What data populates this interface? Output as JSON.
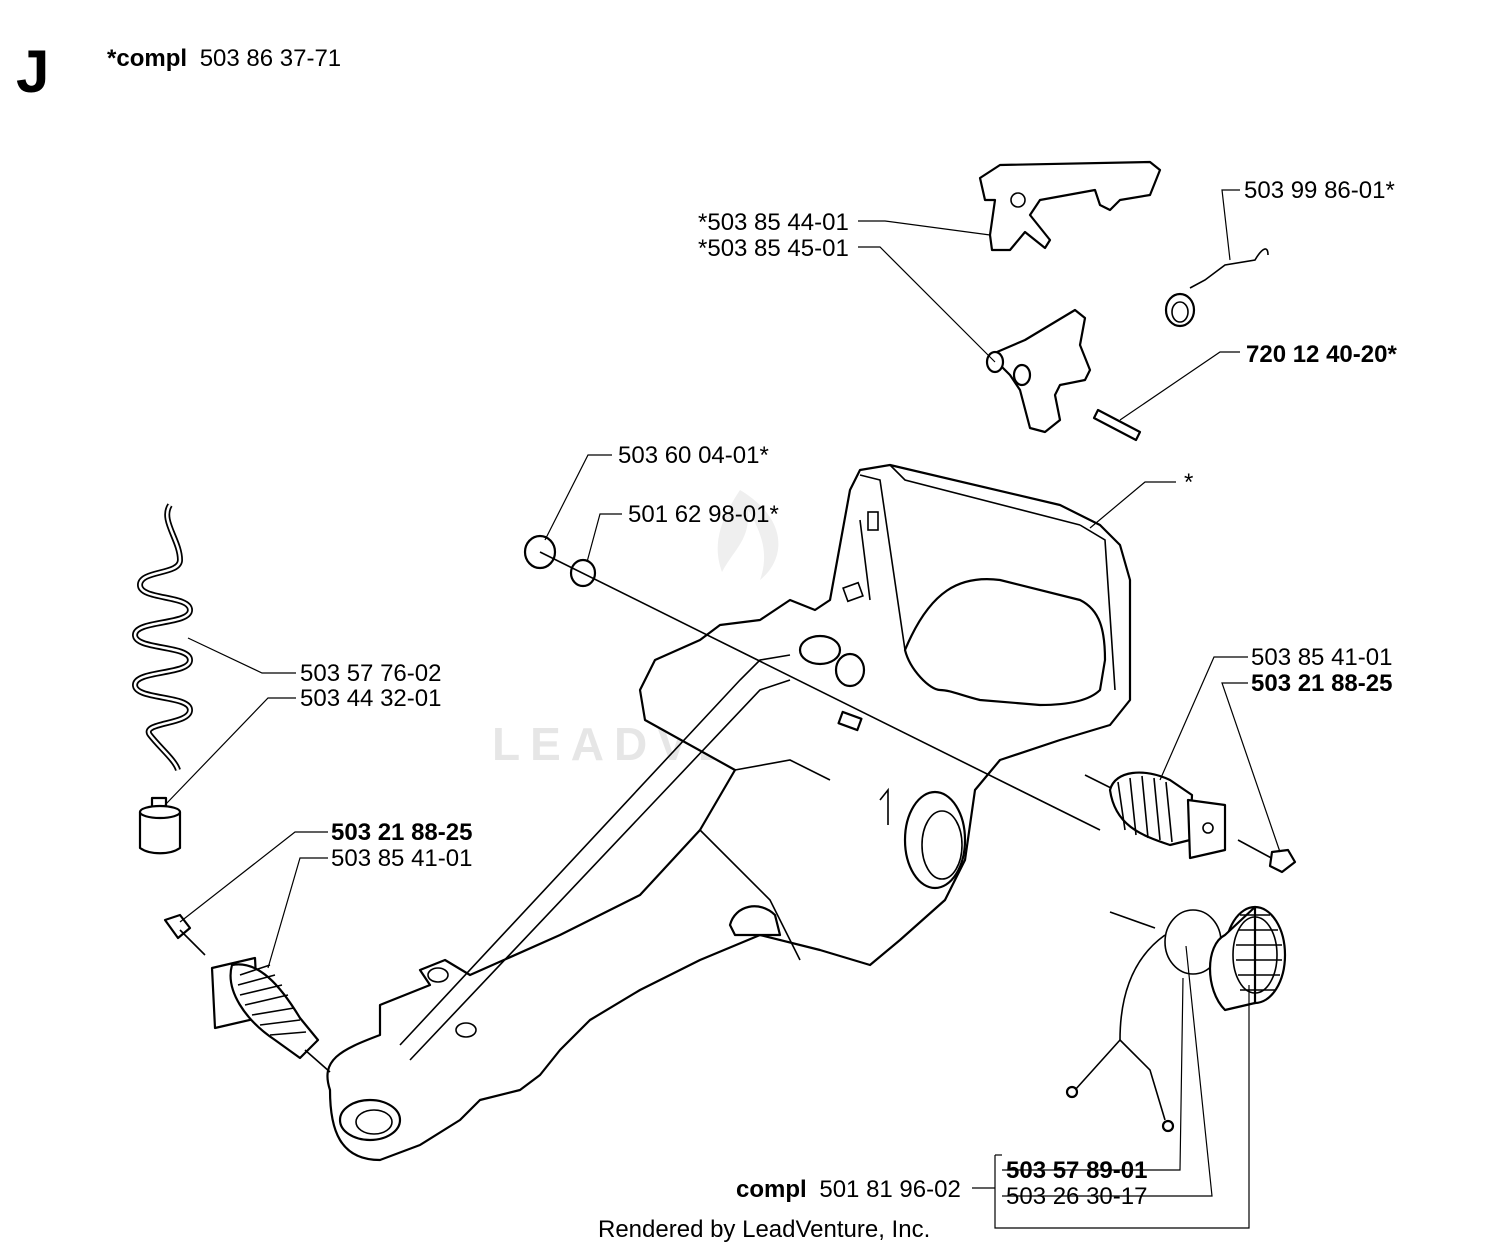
{
  "section_letter": "J",
  "header": {
    "compl_word": "*compl",
    "compl_number": "503 86 37-71"
  },
  "watermark": "LEADVENTURE",
  "parts": [
    {
      "id": "p1",
      "text": "*503 85 44-01",
      "bold": false
    },
    {
      "id": "p2",
      "text": "*503 85 45-01",
      "bold": false
    },
    {
      "id": "p3",
      "text": "503 99 86-01*",
      "bold": false
    },
    {
      "id": "p4",
      "text": "720 12 40-20*",
      "bold": true
    },
    {
      "id": "p5",
      "text": "503 60 04-01*",
      "bold": false
    },
    {
      "id": "p6",
      "text": "501 62 98-01*",
      "bold": false
    },
    {
      "id": "p7",
      "text": "*",
      "bold": false
    },
    {
      "id": "p8",
      "text": "503 57 76-02",
      "bold": false
    },
    {
      "id": "p9",
      "text": "503 44 32-01",
      "bold": false
    },
    {
      "id": "p10",
      "text": "503 85 41-01",
      "bold": false
    },
    {
      "id": "p11",
      "text": "503 21 88-25",
      "bold": true
    },
    {
      "id": "p12",
      "text": "503 21 88-25",
      "bold": true
    },
    {
      "id": "p13",
      "text": "503 85 41-01",
      "bold": false
    },
    {
      "id": "p14",
      "text": "503 57 89-01",
      "bold": true
    },
    {
      "id": "p15",
      "text": "503 26 30-17",
      "bold": false
    }
  ],
  "footer_compl": {
    "word": "compl",
    "number": "501 81 96-02"
  },
  "credit": "Rendered by LeadVenture, Inc."
}
